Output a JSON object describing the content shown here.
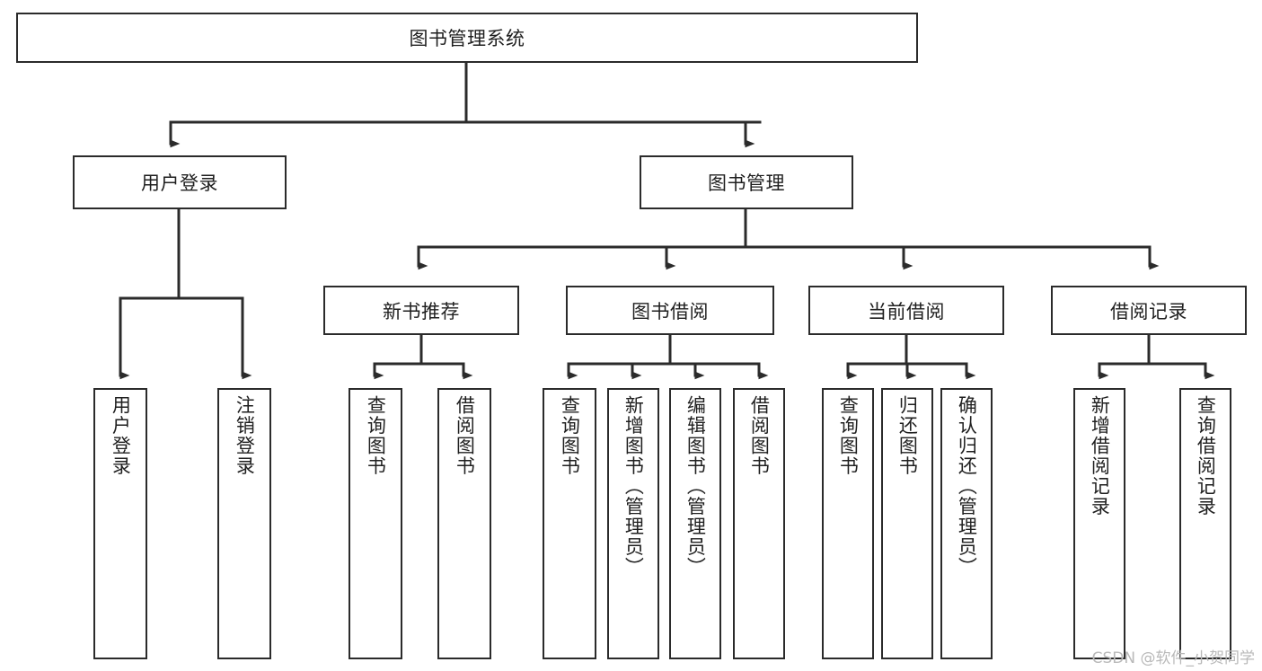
{
  "diagram": {
    "type": "tree-hierarchy-functional-decomposition",
    "title": "图书管理系统",
    "watermark": "CSDN @软件_小贺同学",
    "colors": {
      "stroke": "#2b2b2b",
      "fill": "#ffffff",
      "text": "#1f1f1f",
      "watermark": "#b9b9b9"
    },
    "levels": [
      {
        "level": 1,
        "nodes": [
          {
            "id": "root",
            "label": "图书管理系统",
            "orientation": "horizontal"
          }
        ]
      },
      {
        "level": 2,
        "nodes": [
          {
            "id": "login",
            "label": "用户登录",
            "orientation": "horizontal",
            "parent": "root"
          },
          {
            "id": "bookmgmt",
            "label": "图书管理",
            "orientation": "horizontal",
            "parent": "root"
          }
        ]
      },
      {
        "level": 3,
        "nodes": [
          {
            "id": "newbook",
            "label": "新书推荐",
            "orientation": "horizontal",
            "parent": "bookmgmt"
          },
          {
            "id": "borrow",
            "label": "图书借阅",
            "orientation": "horizontal",
            "parent": "bookmgmt"
          },
          {
            "id": "current",
            "label": "当前借阅",
            "orientation": "horizontal",
            "parent": "bookmgmt"
          },
          {
            "id": "records",
            "label": "借阅记录",
            "orientation": "horizontal",
            "parent": "bookmgmt"
          }
        ]
      },
      {
        "level": 4,
        "nodes": [
          {
            "id": "leaf1",
            "label": "用户登录",
            "orientation": "vertical",
            "parent": "login"
          },
          {
            "id": "leaf2",
            "label": "注销登录",
            "orientation": "vertical",
            "parent": "login"
          },
          {
            "id": "leaf3",
            "label": "查询图书",
            "orientation": "vertical",
            "parent": "newbook"
          },
          {
            "id": "leaf4",
            "label": "借阅图书",
            "orientation": "vertical",
            "parent": "newbook"
          },
          {
            "id": "leaf5",
            "label": "查询图书",
            "orientation": "vertical",
            "parent": "borrow"
          },
          {
            "id": "leaf6",
            "label": "新增图书（管理员）",
            "orientation": "vertical",
            "parent": "borrow"
          },
          {
            "id": "leaf7",
            "label": "编辑图书（管理员）",
            "orientation": "vertical",
            "parent": "borrow"
          },
          {
            "id": "leaf8",
            "label": "借阅图书",
            "orientation": "vertical",
            "parent": "borrow"
          },
          {
            "id": "leaf9",
            "label": "查询图书",
            "orientation": "vertical",
            "parent": "current"
          },
          {
            "id": "leaf10",
            "label": "归还图书",
            "orientation": "vertical",
            "parent": "current"
          },
          {
            "id": "leaf11",
            "label": "确认归还（管理员）",
            "orientation": "vertical",
            "parent": "current"
          },
          {
            "id": "leaf12",
            "label": "新增借阅记录",
            "orientation": "vertical",
            "parent": "records"
          },
          {
            "id": "leaf13",
            "label": "查询借阅记录",
            "orientation": "vertical",
            "parent": "records"
          }
        ]
      }
    ]
  }
}
